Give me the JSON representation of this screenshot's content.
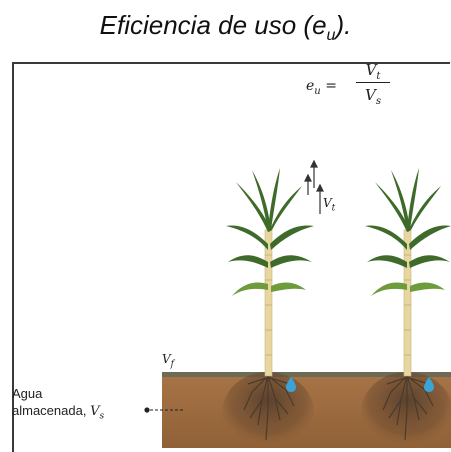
{
  "title": {
    "text": "Eficiencia de uso (e",
    "sub": "u",
    "close": ")."
  },
  "equation": {
    "lhs_var": "e",
    "lhs_sub": "u",
    "equals": " =",
    "num_var": "V",
    "num_sub": "t",
    "den_var": "V",
    "den_sub": "s"
  },
  "labels": {
    "transpiration_var": "V",
    "transpiration_sub": "t",
    "infiltration_var": "V",
    "infiltration_sub": "f",
    "stored_line1": "Agua",
    "stored_line2": "almacenada, ",
    "stored_var": "V",
    "stored_sub": "s"
  },
  "colors": {
    "soil": "#9b6a3e",
    "soil_dark": "#5a4331",
    "soil_surface": "#6d6a55",
    "stalk": "#e8d6a0",
    "leaf": "#3f6b2a",
    "leaf_light": "#6e9b3c",
    "water_drop": "#3aa4d8",
    "frame": "#3a3a3a"
  },
  "icons": [
    "sugarcane-plant-icon",
    "water-drop-icon",
    "root-system-icon",
    "upward-arrows-icon"
  ]
}
